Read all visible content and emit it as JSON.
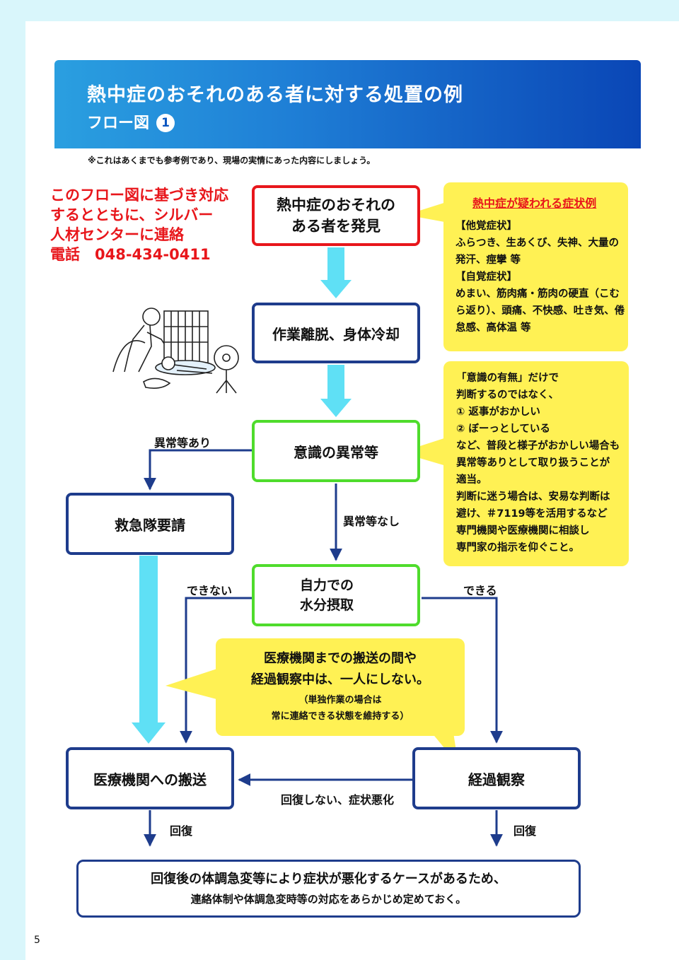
{
  "header": {
    "title": "熱中症のおそれのある者に対する処置の例",
    "subtitle": "フロー図",
    "subtitle_number": "1"
  },
  "note": "※これはあくまでも参考例であり、現場の実情にあった内容にしましょう。",
  "contact": {
    "lines": [
      "このフロー図に基づき対応",
      "するとともに、シルバー",
      "人材センターに連絡"
    ],
    "phone": "電話　048-434-0411"
  },
  "flow": {
    "discover": [
      "熱中症のおそれの",
      "ある者を発見"
    ],
    "cooling": "作業離脱、身体冷却",
    "consciousness": "意識の異常等",
    "ambulance": "救急隊要請",
    "hydration": [
      "自力での",
      "水分摂取"
    ],
    "transport": "医療機関への搬送",
    "observe": "経過観察",
    "final": [
      "回復後の体調急変等により症状が悪化するケースがあるため、",
      "連絡体制や体調急変時等の対応をあらかじめ定めておく。"
    ]
  },
  "edges": {
    "abnormal_yes": "異常等あり",
    "abnormal_no": "異常等なし",
    "cannot": "できない",
    "can": "できる",
    "not_recovered": "回復しない、症状悪化",
    "recovered_left": "回復",
    "recovered_right": "回復"
  },
  "symptoms_callout": {
    "heading": "熱中症が疑われる症状例",
    "other_title": "【他覚症状】",
    "other_lines": [
      "ふらつき、生あくび、失神、大量の",
      "発汗、痙攣 等"
    ],
    "self_title": "【自覚症状】",
    "self_lines": [
      "めまい、筋肉痛・筋肉の硬直（こむ",
      "ら返り）、頭痛、不快感、吐き気、倦",
      "怠感、高体温 等"
    ]
  },
  "judgment_callout": {
    "lines": [
      "「意識の有無」だけで",
      "判断するのではなく、",
      "① 返事がおかしい",
      "② ぼーっとしている",
      "など、普段と様子がおかしい場合も",
      "異常等ありとして取り扱うことが",
      "適当。",
      "判断に迷う場合は、安易な判断は",
      "避け、＃7119等を活用するなど",
      "専門機関や医療機関に相談し",
      "専門家の指示を仰ぐこと。"
    ]
  },
  "alone_callout": {
    "lines": [
      "医療機関までの搬送の間や",
      "経過観察中は、一人にしない。"
    ],
    "small_lines": [
      "（単独作業の場合は",
      "常に連絡できる状態を維持する）"
    ]
  },
  "page_number": "5",
  "colors": {
    "red": "#e8161b",
    "navy": "#1e3c8c",
    "green": "#4fdc2c",
    "cyan_arrow": "#5fe0f5",
    "callout_yellow": "#fff154"
  }
}
